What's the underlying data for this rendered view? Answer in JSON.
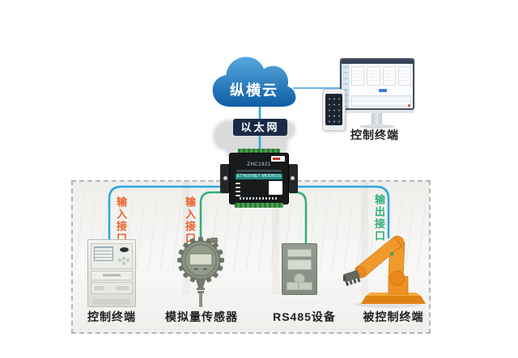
{
  "cloud": {
    "label": "纵横云",
    "color_top": "#57a9dd",
    "color_bottom": "#0e5ca6"
  },
  "ethernet": {
    "label": "以太网",
    "badge_color": "#1a2a47"
  },
  "control_terminal_top": {
    "label": "控制终端"
  },
  "gateway": {
    "model": "ZHC1921",
    "banner": "ETHERNET MODBUS RTU"
  },
  "interfaces": {
    "input1": "输入接口",
    "input2": "输入接口",
    "output": "输出接口",
    "input_color": "#e8632b",
    "output_color": "#2fae74"
  },
  "lines": {
    "blue": "#29a8e0",
    "green": "#2fae74"
  },
  "devices": {
    "meter": {
      "label": "控制终端"
    },
    "sensor": {
      "label": "模拟量传感器"
    },
    "rs485": {
      "label": "RS485设备"
    },
    "robot": {
      "label": "被控制终端"
    }
  }
}
